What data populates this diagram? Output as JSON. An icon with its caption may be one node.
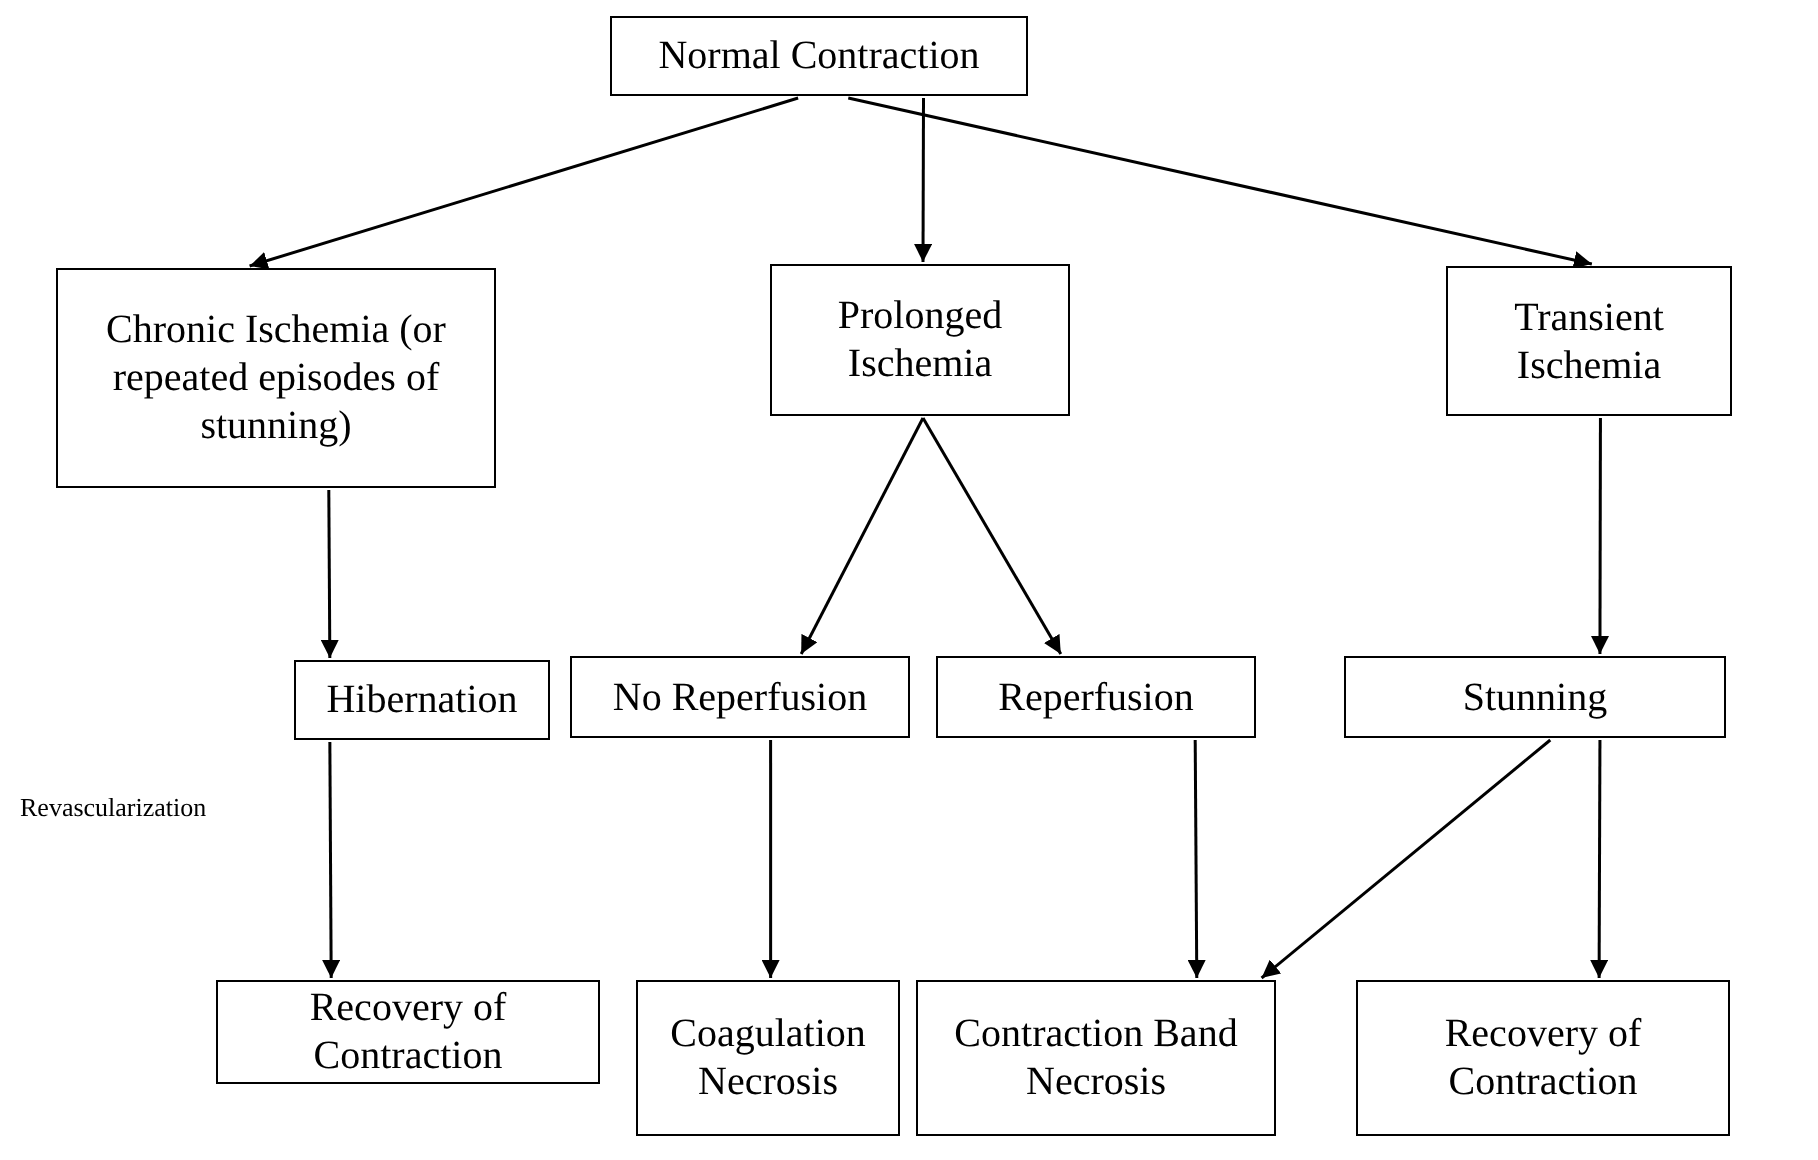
{
  "diagram": {
    "nodes": [
      {
        "text": [
          "Normal Contraction"
        ]
      },
      {
        "text": [
          "Chronic Ischemia (or repeated episodes of stunning)"
        ]
      },
      {
        "text": [
          "Prolonged Ischemia"
        ]
      },
      {
        "text": [
          "Transient Ischemia"
        ]
      },
      {
        "text": [
          "Hibernation"
        ]
      },
      {
        "text": [
          "No Reperfusion"
        ]
      },
      {
        "text": [
          "Reperfusion"
        ]
      },
      {
        "text": [
          "Stunning"
        ]
      },
      {
        "text": [
          "Recovery of Contraction"
        ]
      },
      {
        "text": [
          "Coagulation Necrosis"
        ]
      },
      {
        "text": [
          "Contraction Band Necrosis"
        ]
      },
      {
        "text": [
          "Recovery of Contraction"
        ]
      }
    ],
    "edges": [
      {
        "from": 0,
        "to": 1,
        "arrow": "to"
      },
      {
        "from": 0,
        "to": 2,
        "arrow": "to"
      },
      {
        "from": 0,
        "to": 3,
        "arrow": "to"
      },
      {
        "from": 1,
        "to": 4,
        "arrow": "to"
      },
      {
        "from": 2,
        "to": 5,
        "arrow": "to"
      },
      {
        "from": 2,
        "to": 6,
        "arrow": "to"
      },
      {
        "from": 3,
        "to": 7,
        "arrow": "to"
      },
      {
        "from": 4,
        "to": 8,
        "arrow": "to",
        "label": "Revascularization"
      },
      {
        "from": 5,
        "to": 9,
        "arrow": "to"
      },
      {
        "from": 6,
        "to": 10,
        "arrow": "to"
      },
      {
        "from": 7,
        "to": 10,
        "arrow": "to"
      },
      {
        "from": 7,
        "to": 11,
        "arrow": "to"
      }
    ]
  }
}
